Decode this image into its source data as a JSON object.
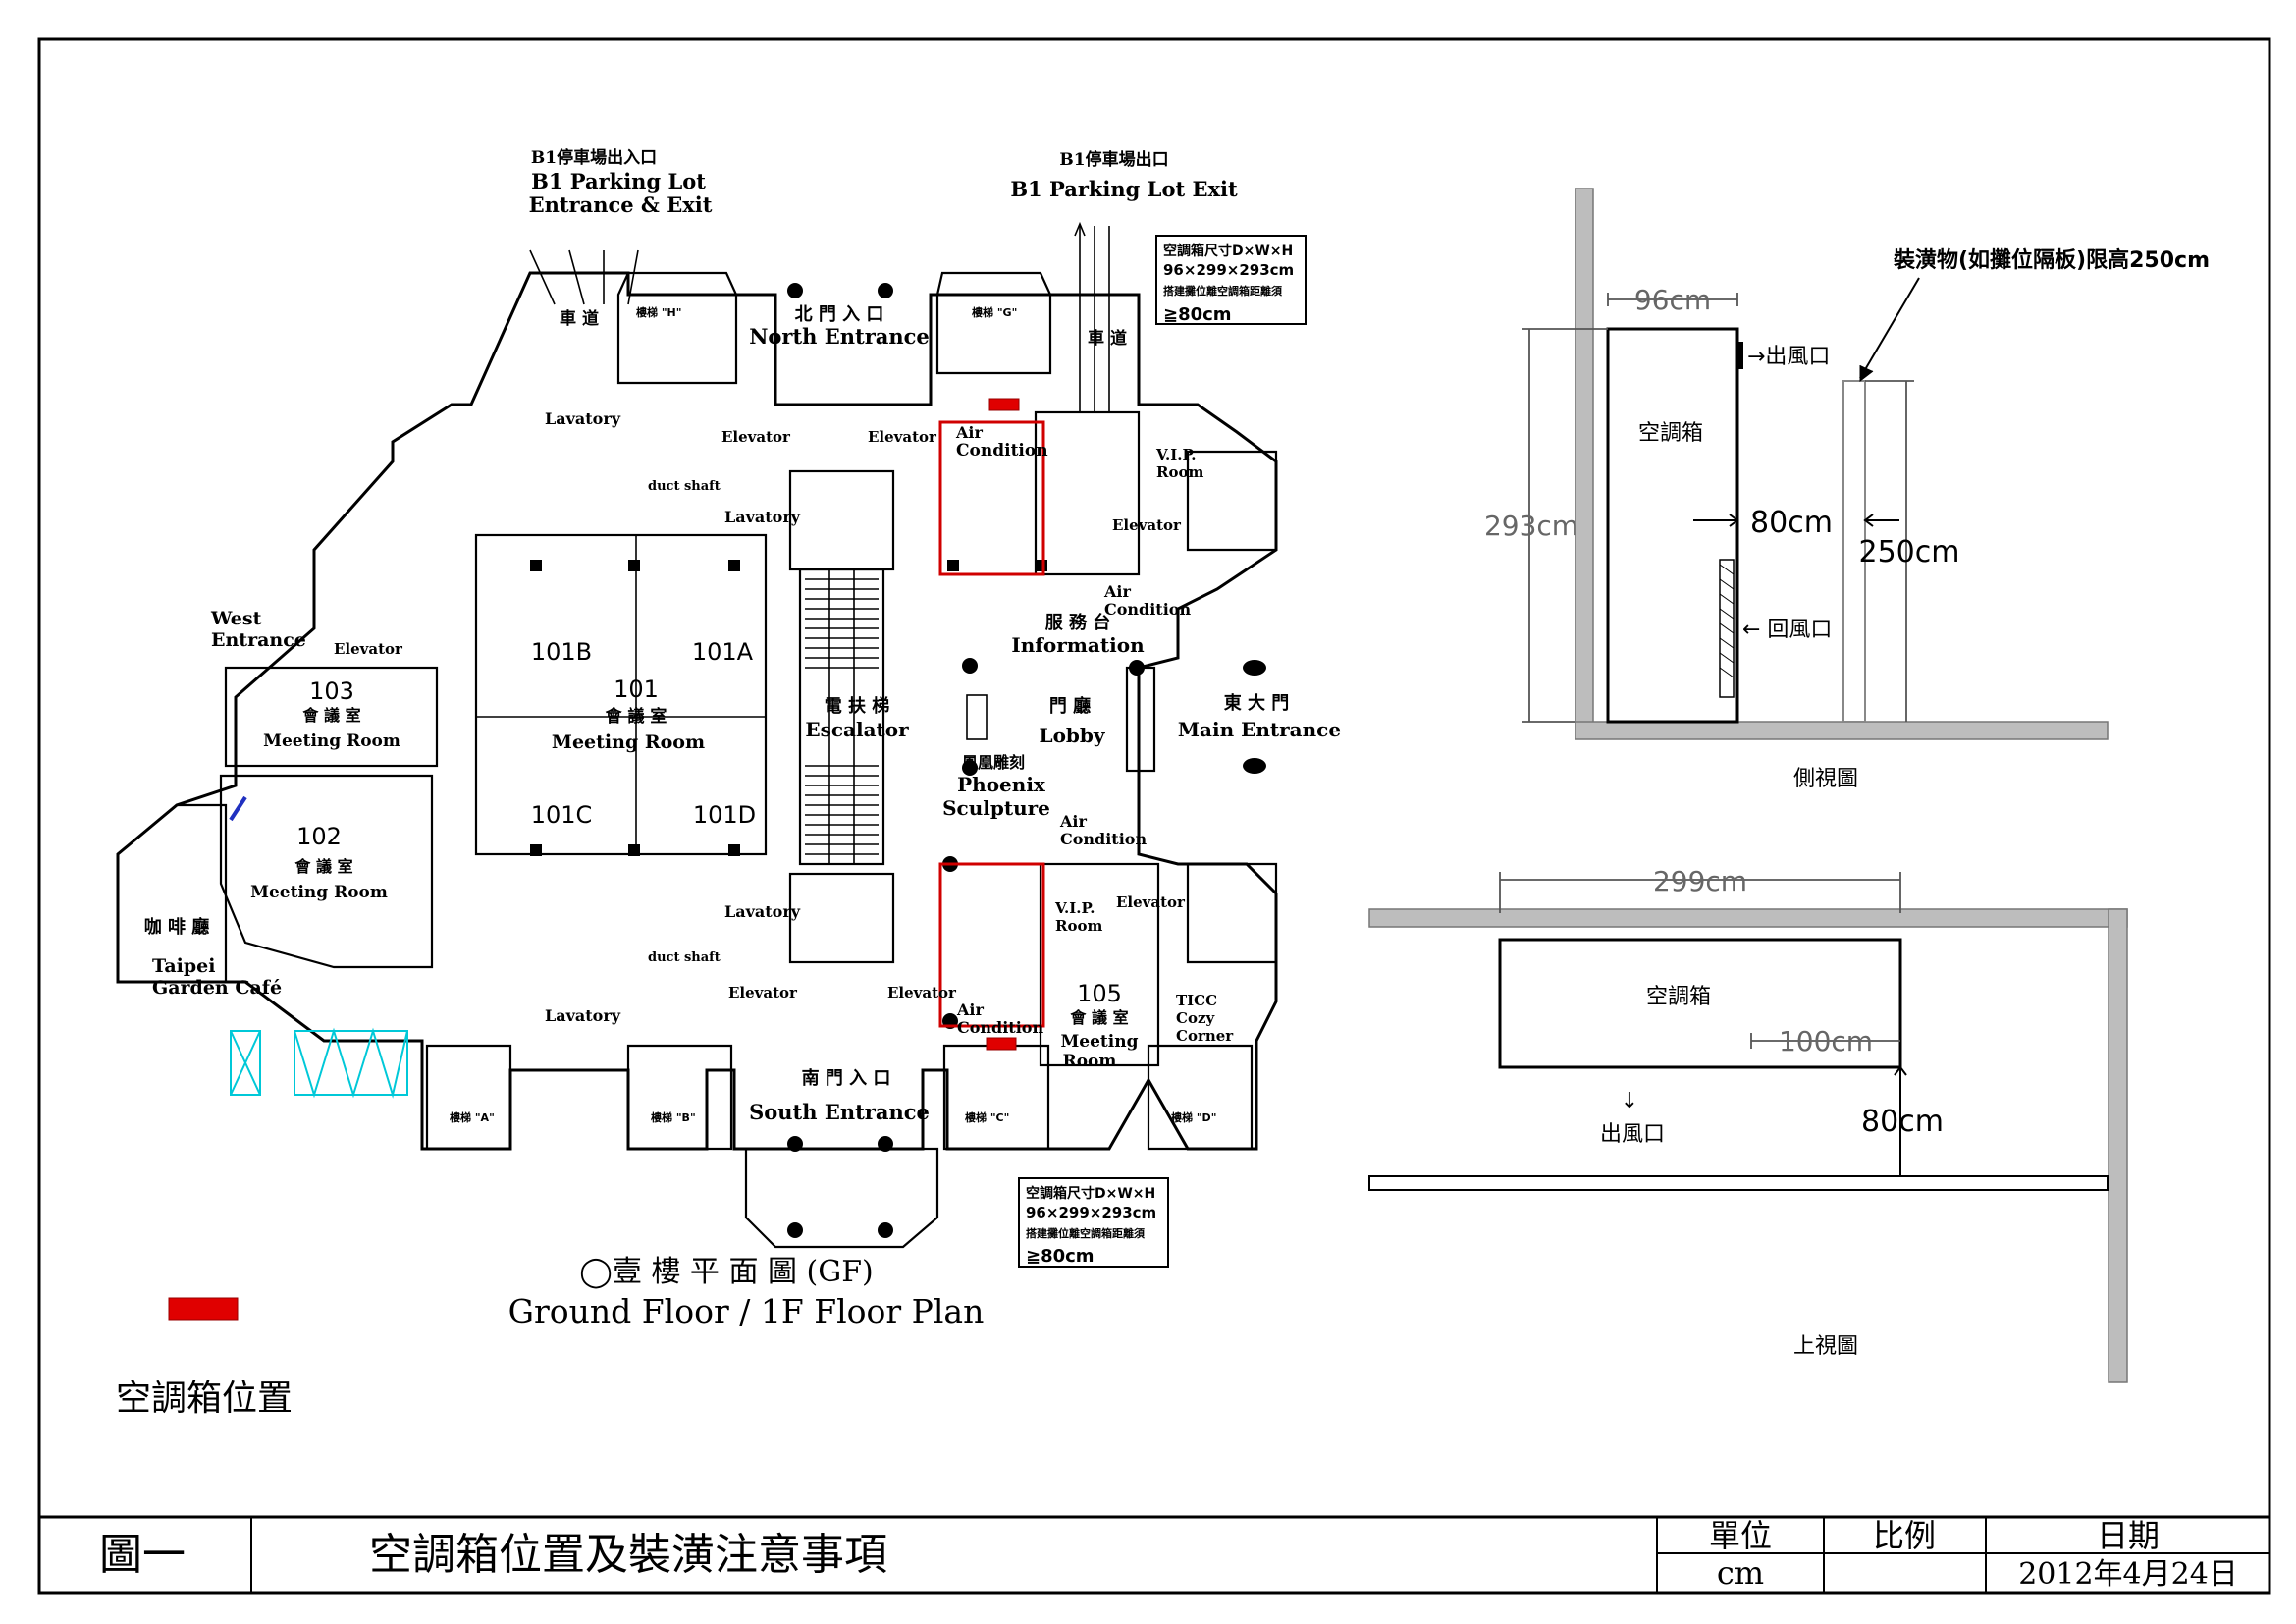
{
  "floor_plan": {
    "parking_entrance": {
      "zh": "B1停車場出入口",
      "en1": "B1 Parking Lot",
      "en2": "Entrance & Exit"
    },
    "parking_exit": {
      "zh": "B1停車場出口",
      "en": "B1 Parking Lot Exit"
    },
    "ac_spec_box": {
      "line1": "空調箱尺寸D×W×H",
      "line2": "96×299×293cm",
      "line3": "搭建攤位離空調箱距離須",
      "line4": "≧80cm"
    },
    "north_entrance": {
      "zh": "北 門 入 口",
      "en": "North Entrance"
    },
    "south_entrance": {
      "zh": "南 門 入 口",
      "en": "South Entrance"
    },
    "west_entrance": {
      "en1": "West",
      "en2": "Entrance"
    },
    "main_entrance": {
      "zh": "東 大 門",
      "en": "Main Entrance"
    },
    "ramp": "車 道",
    "room_101": {
      "a": "101A",
      "b": "101B",
      "c": "101C",
      "d": "101D",
      "num": "101",
      "zh": "會 議 室",
      "en": "Meeting Room"
    },
    "room_102": {
      "num": "102",
      "zh": "會 議 室",
      "en": "Meeting Room"
    },
    "room_103": {
      "num": "103",
      "zh": "會 議 室",
      "en": "Meeting Room"
    },
    "room_105": {
      "num": "105",
      "zh": "會 議 室",
      "en1": "Meeting",
      "en2": "Room"
    },
    "escalator": {
      "zh": "電 扶 梯",
      "en": "Escalator"
    },
    "lobby": {
      "zh": "門 廳",
      "en": "Lobby"
    },
    "phoenix": {
      "zh": "鳳凰雕刻",
      "en1": "Phoenix",
      "en2": "Sculpture"
    },
    "information": {
      "zh": "服 務 台",
      "en": "Information"
    },
    "air_condition": {
      "en1": "Air",
      "en2": "Condition"
    },
    "lavatory": "Lavatory",
    "elevator": "Elevator",
    "vip_room": {
      "en1": "V.I.P.",
      "en2": "Room"
    },
    "ticc": {
      "l1": "TICC",
      "l2": "Cozy",
      "l3": "Corner"
    },
    "cafe": {
      "zh": "咖 啡 廳",
      "en1": "Taipei",
      "en2": "Garden Café"
    },
    "duct_shaft": "duct shaft",
    "stair_labels": [
      "樓梯 \"A\"",
      "樓梯 \"B\"",
      "樓梯 \"C\"",
      "樓梯 \"D\"",
      "樓梯 \"G\"",
      "樓梯 \"H\""
    ],
    "title_zh": "◯壹 樓 平 面 圖 (GF)",
    "title_en": "Ground Floor / 1F Floor Plan"
  },
  "legend": {
    "label": "空調箱位置",
    "color": "#e00000"
  },
  "side_view": {
    "top_note": "裝潢物(如攤位隔板)限高250cm",
    "box_label": "空調箱",
    "width": "96cm",
    "height": "293cm",
    "gap": "80cm",
    "partition_height": "250cm",
    "outlet": "→出風口",
    "return": "← 回風口",
    "caption": "側視圖"
  },
  "top_view": {
    "width": "299cm",
    "box_label": "空調箱",
    "depth": "100cm",
    "gap": "80cm",
    "outlet_arrow": "↓",
    "outlet": "出風口",
    "caption": "上視圖"
  },
  "title_block": {
    "figure": "圖一",
    "title": "空調箱位置及裝潢注意事項",
    "unit_label": "單位",
    "unit_value": "cm",
    "scale_label": "比例",
    "scale_value": "",
    "date_label": "日期",
    "date_value": "2012年4月24日"
  }
}
